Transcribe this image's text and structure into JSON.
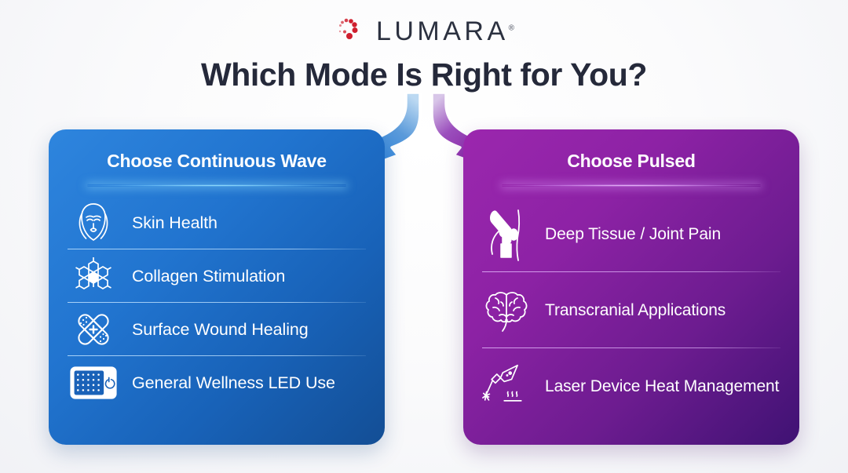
{
  "brand": {
    "name": "LUMARA",
    "trademark": "®",
    "logo_icon": "spiral-dots-icon",
    "logo_color": "#cf1f2e",
    "text_color": "#2c3140"
  },
  "header": {
    "title": "Which Mode Is Right for You?"
  },
  "arrows": {
    "left_arrow_icon": "arrow-down-left-icon",
    "right_arrow_icon": "arrow-down-right-icon",
    "left_color": "#2e85de",
    "right_color": "#9b27ae"
  },
  "cards": [
    {
      "id": "continuous-wave",
      "heading": "Choose Continuous Wave",
      "accent": "#2174cf",
      "divider_glow": "#9fe6ff",
      "items": [
        {
          "label": "Skin Health",
          "icon": "face-skincare-icon"
        },
        {
          "label": "Collagen Stimulation",
          "icon": "molecule-hexagons-icon"
        },
        {
          "label": "Surface Wound Healing",
          "icon": "crossed-bandages-icon"
        },
        {
          "label": "General Wellness LED Use",
          "icon": "led-panel-device-icon"
        }
      ]
    },
    {
      "id": "pulsed",
      "heading": "Choose Pulsed",
      "accent": "#8d22a5",
      "divider_glow": "#f0c8ff",
      "items": [
        {
          "label": "Deep Tissue / Joint Pain",
          "icon": "knee-joint-icon"
        },
        {
          "label": "Transcranial Applications",
          "icon": "brain-icon"
        },
        {
          "label": "Laser Device Heat Management",
          "icon": "laser-pen-heat-icon"
        }
      ]
    }
  ]
}
